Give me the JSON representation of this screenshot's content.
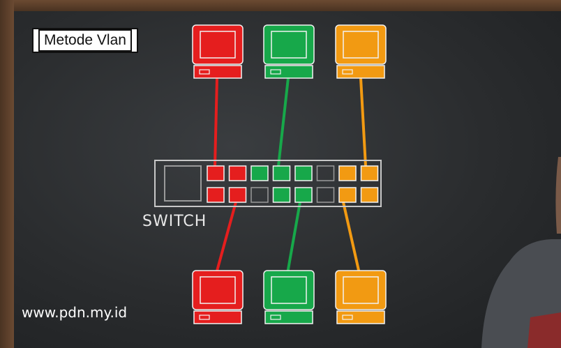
{
  "title": "Metode Vlan",
  "watermark": "www.pdn.my.id",
  "switch_label": "SWITCH",
  "colors": {
    "red": "#e51e1e",
    "green": "#17a84a",
    "orange": "#f29a12",
    "board": "#2c2e30",
    "outline": "#c8c8c8"
  },
  "computers": [
    {
      "vlan": "red",
      "row": "top"
    },
    {
      "vlan": "green",
      "row": "top"
    },
    {
      "vlan": "orange",
      "row": "top"
    },
    {
      "vlan": "red",
      "row": "bottom"
    },
    {
      "vlan": "green",
      "row": "bottom"
    },
    {
      "vlan": "orange",
      "row": "bottom"
    }
  ],
  "ports_top": [
    "red",
    "red",
    "green",
    "green",
    "green",
    "empty",
    "orange",
    "orange"
  ],
  "ports_bottom": [
    "red",
    "red",
    "empty",
    "green",
    "green",
    "empty",
    "orange",
    "orange"
  ]
}
